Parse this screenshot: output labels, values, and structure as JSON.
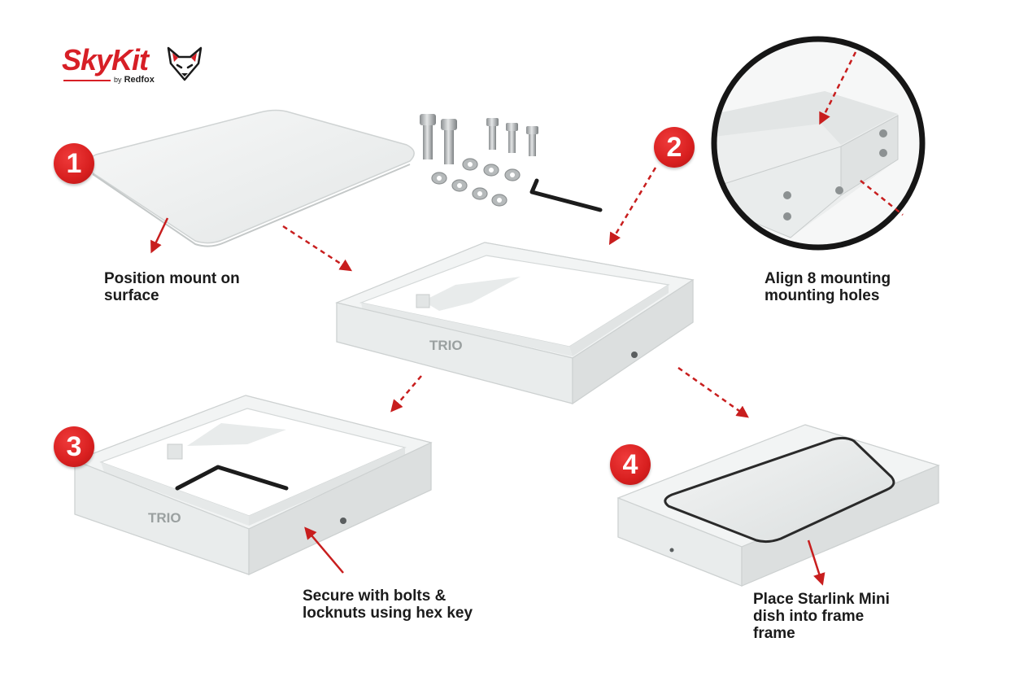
{
  "brand": {
    "name": "SkyKit",
    "by_prefix": "by",
    "by_name": "Redfox",
    "accent_color": "#d71f26",
    "icon": "fox-head-icon"
  },
  "product_mark": "TRIO",
  "steps": [
    {
      "number": "1",
      "caption_lines": [
        "Position mount on",
        "surface"
      ]
    },
    {
      "number": "2",
      "caption_lines": [
        "Align 8 mounting",
        "mounting holes"
      ]
    },
    {
      "number": "3",
      "caption_lines": [
        "Secure with bolts &",
        "locknuts using hex key"
      ]
    },
    {
      "number": "4",
      "caption_lines": [
        "Place Starlink Mini",
        "dish into frame",
        "frame"
      ]
    }
  ],
  "colors": {
    "badge": "#d81f1f",
    "arrow": "#c81e1e",
    "frame": "#eceeee",
    "frame_shadow": "#cfd2d2"
  }
}
